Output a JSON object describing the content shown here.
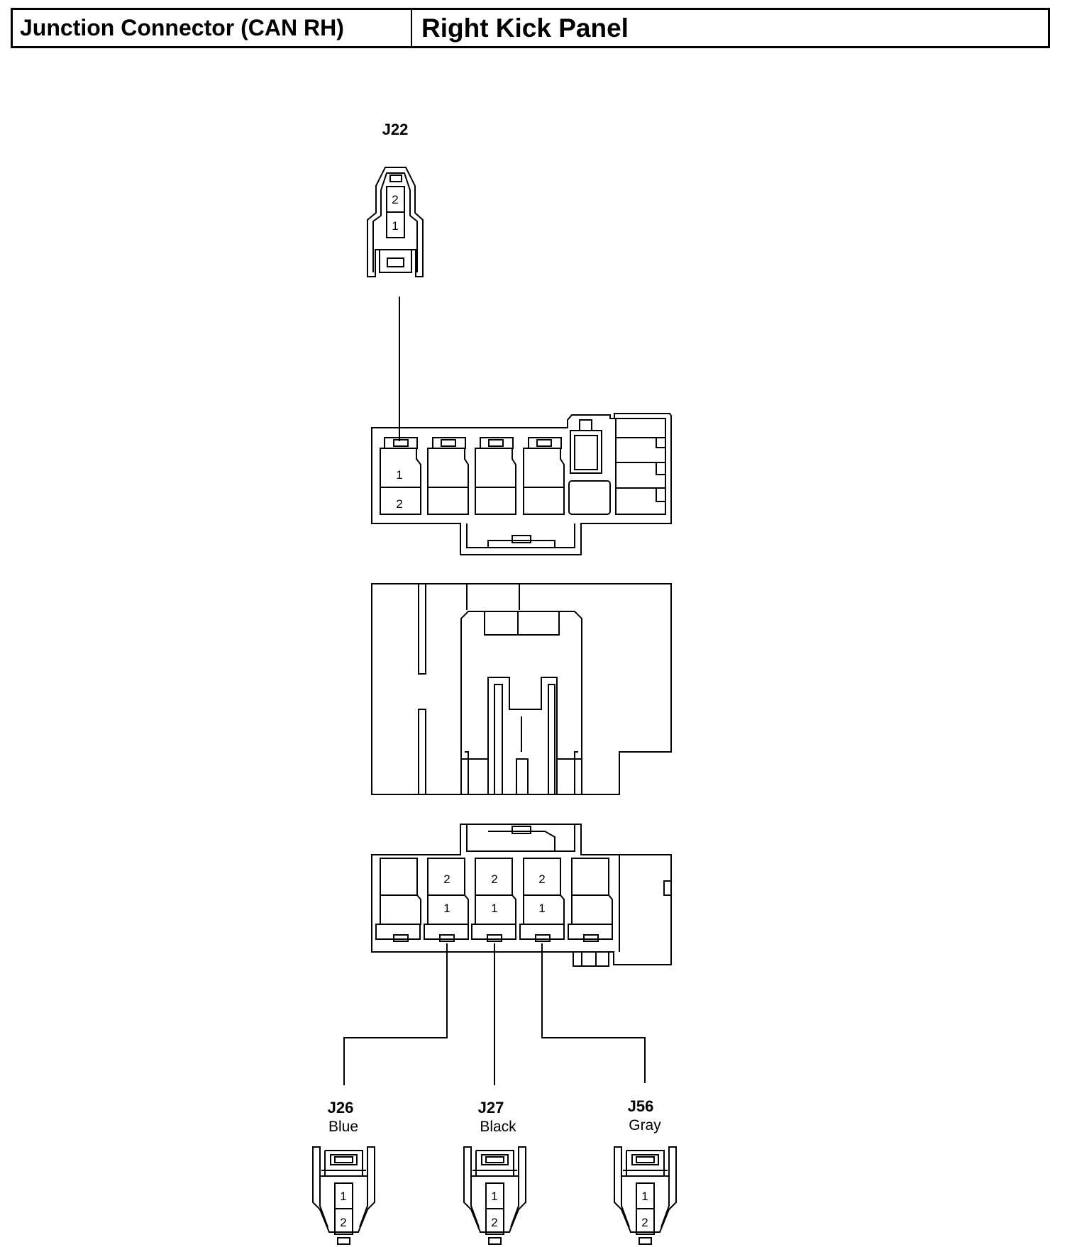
{
  "header": {
    "component": "Junction Connector (CAN RH)",
    "location": "Right Kick Panel"
  },
  "connectors": {
    "top": {
      "id": "J22",
      "pins": [
        "2",
        "1"
      ]
    },
    "j26": {
      "id": "J26",
      "color": "Blue",
      "pins": [
        "1",
        "2"
      ]
    },
    "j27": {
      "id": "J27",
      "color": "Black",
      "pins": [
        "1",
        "2"
      ]
    },
    "j56": {
      "id": "J56",
      "color": "Gray",
      "pins": [
        "1",
        "2"
      ]
    }
  },
  "block_top": {
    "pins": [
      "1",
      "2"
    ]
  },
  "block_bottom": {
    "pins": [
      "2",
      "1",
      "2",
      "1",
      "2",
      "1"
    ]
  }
}
